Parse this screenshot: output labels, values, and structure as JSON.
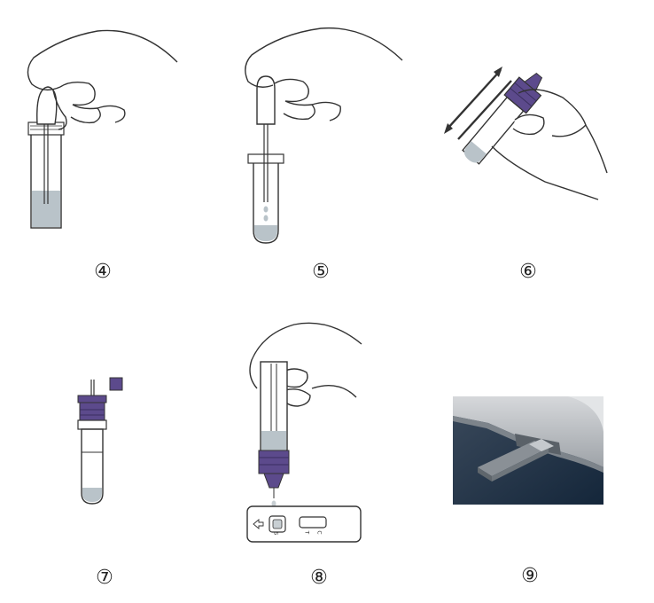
{
  "steps": [
    {
      "label": "④"
    },
    {
      "label": "⑤"
    },
    {
      "label": "⑥"
    },
    {
      "label": "⑦"
    },
    {
      "label": "⑧"
    },
    {
      "label": "⑨"
    }
  ],
  "test_cassette": {
    "sample_mark": "S",
    "test_mark": "T",
    "control_mark": "C"
  },
  "colors": {
    "cap_purple": "#5c4a8c",
    "liquid_gray": "#b9c3c9",
    "line": "#333333",
    "photo_bg": "#1d3147"
  }
}
